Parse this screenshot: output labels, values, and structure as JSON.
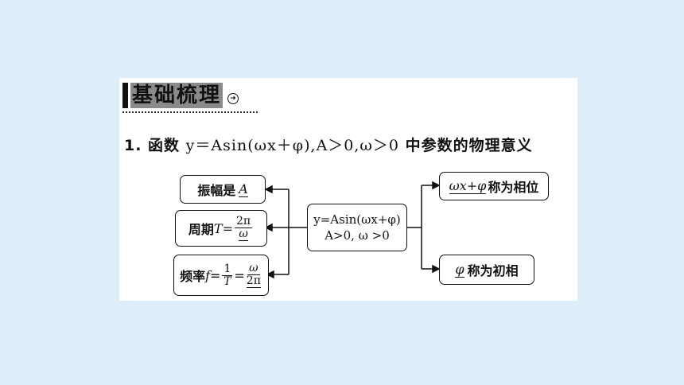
{
  "title": {
    "text": "基础梳理",
    "arrow_icon": "right-arrow-circle-icon"
  },
  "question": {
    "prefix": "1. 函数 ",
    "formula": "y＝Asin(ωx＋φ),A＞0,ω＞0",
    "suffix": " 中参数的物理意义"
  },
  "diagram": {
    "center_line1": "y=Asin(ωx+φ)",
    "center_line2": "A>0, ω >0",
    "amplitude": {
      "label": "振幅是",
      "value": "A"
    },
    "period": {
      "label": "周期",
      "var": "T",
      "eq": "=",
      "num": "2π",
      "den": "ω"
    },
    "frequency": {
      "label": "频率",
      "var": "f",
      "eq1": "=",
      "num1": "1",
      "den1": "T",
      "eq2": "=",
      "num2": "ω",
      "den2": "2π"
    },
    "phase": {
      "expr": "ωx+φ",
      "label": "称为相位"
    },
    "initial_phase": {
      "expr": "φ",
      "label": "称为初相"
    }
  }
}
